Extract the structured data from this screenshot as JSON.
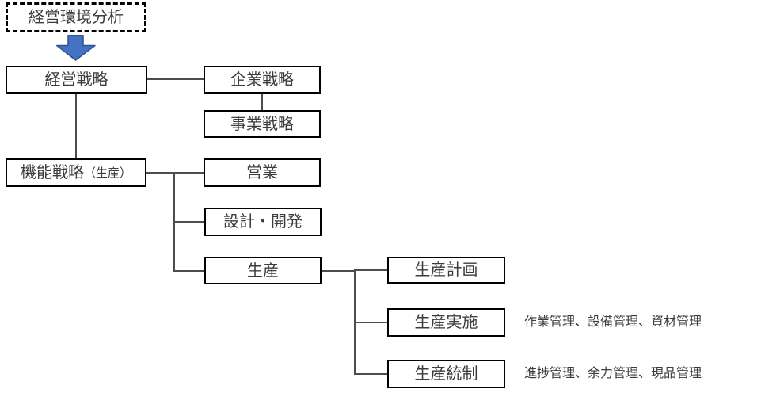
{
  "boxes": {
    "env_analysis": "経営環境分析",
    "keiei": "経営戦略",
    "kigyo": "企業戦略",
    "jigyo": "事業戦略",
    "kino_main": "機能戦略",
    "kino_paren": "（生産）",
    "eigyo": "営業",
    "sekkei": "設計・開発",
    "seisan": "生産",
    "keikaku": "生産計画",
    "jisshi": "生産実施",
    "tosei": "生産統制"
  },
  "notes": {
    "jisshi": "作業管理、設備管理、資材管理",
    "tosei": "進捗管理、余力管理、現品管理"
  },
  "colors": {
    "arrow_fill": "#4472C4",
    "arrow_stroke": "#2F528F",
    "box_border": "#000000",
    "connector": "#4D4D4D",
    "background": "#FFFFFF",
    "text": "#3C3C3C"
  }
}
